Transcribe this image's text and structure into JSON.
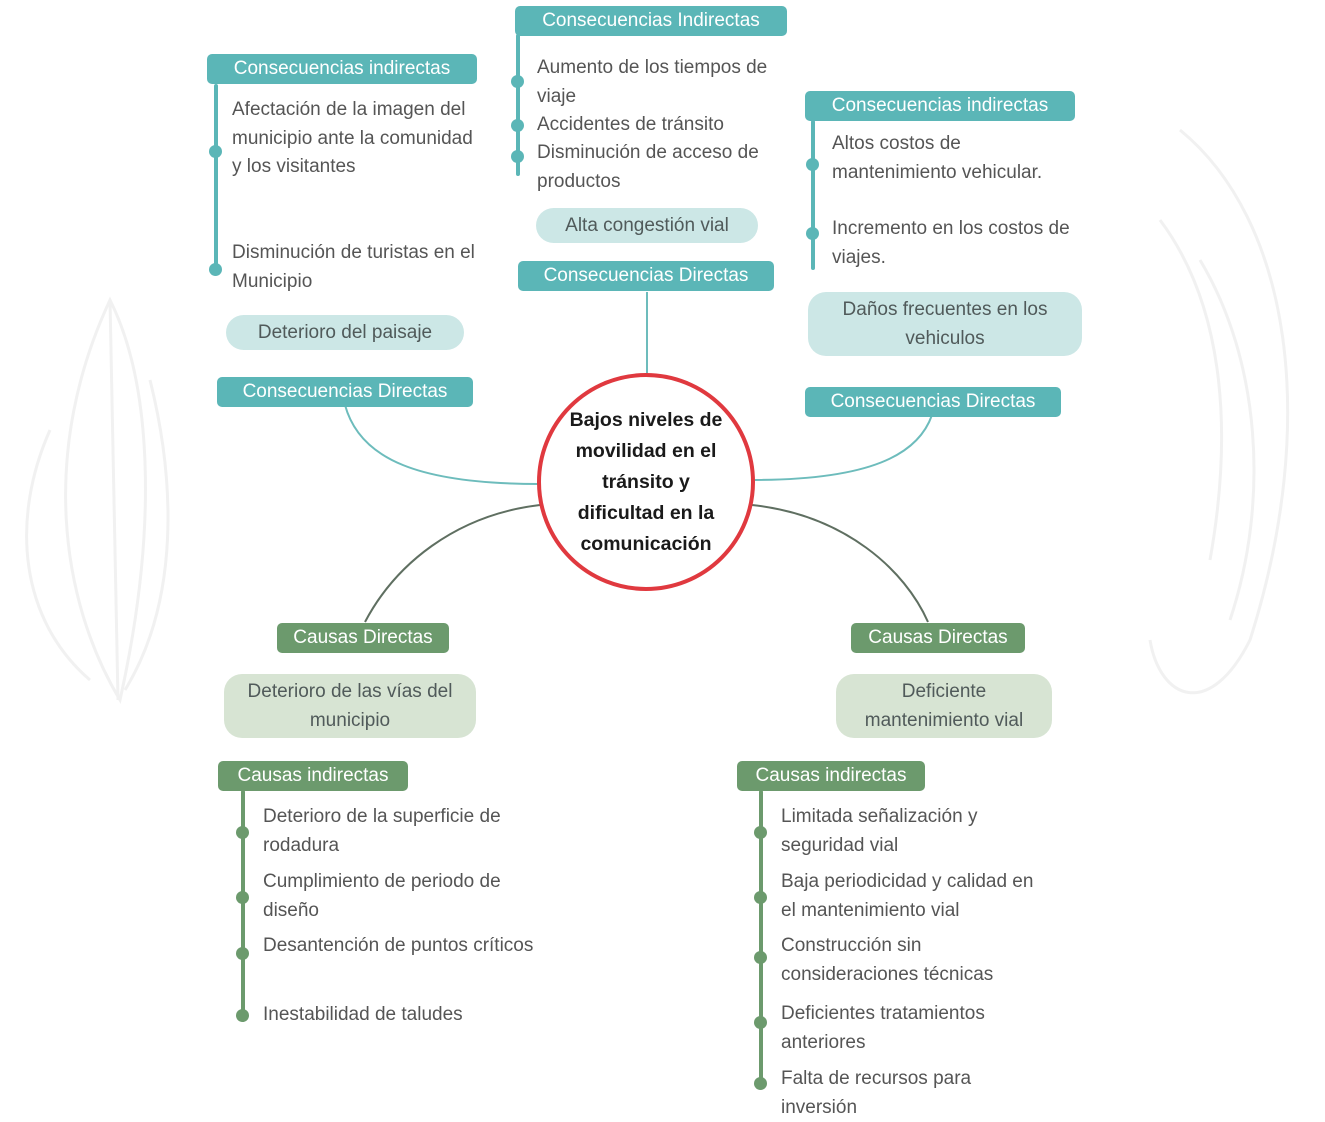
{
  "central_problem": "Bajos niveles de movilidad  en el tránsito y dificultad en la comunicación",
  "colors": {
    "consequence_teal": "#5bb6b7",
    "consequence_light": "#cce7e6",
    "cause_green": "#6c9a6d",
    "cause_light": "#d7e4d3",
    "center_border": "#e0393f"
  },
  "consequences": {
    "left": {
      "direct_label": "Consecuencias Directas",
      "direct_effect": "Deterioro del paisaje",
      "indirect_label": "Consecuencias indirectas",
      "indirect_items": [
        "Afectación de la imagen del municipio ante la comunidad y los visitantes",
        "Disminución de turistas en el Municipio"
      ]
    },
    "center": {
      "direct_label": "Consecuencias Directas",
      "direct_effect": "Alta congestión vial",
      "indirect_label": "Consecuencias Indirectas",
      "indirect_items": [
        "Aumento de los tiempos de viaje",
        "Accidentes de tránsito",
        "Disminución de acceso de productos"
      ]
    },
    "right": {
      "direct_label": "Consecuencias Directas",
      "direct_effect": "Daños frecuentes en los vehiculos",
      "indirect_label": "Consecuencias indirectas",
      "indirect_items": [
        "Altos costos de mantenimiento vehicular.",
        "Incremento en los costos de viajes."
      ]
    }
  },
  "causes": {
    "left": {
      "direct_label": "Causas Directas",
      "direct_cause": "Deterioro de las vías del municipio",
      "indirect_label": "Causas indirectas",
      "indirect_items": [
        "Deterioro de la superficie de rodadura",
        "Cumplimiento de periodo de diseño",
        "Desantención de puntos críticos",
        "Inestabilidad de taludes"
      ]
    },
    "right": {
      "direct_label": "Causas Directas",
      "direct_cause": "Deficiente mantenimiento vial",
      "indirect_label": "Causas indirectas",
      "indirect_items": [
        "Limitada señalización y seguridad vial",
        "Baja periodicidad y calidad en el mantenimiento vial",
        "Construcción sin consideraciones técnicas",
        "Deficientes tratamientos anteriores",
        "Falta de recursos para inversión"
      ]
    }
  }
}
